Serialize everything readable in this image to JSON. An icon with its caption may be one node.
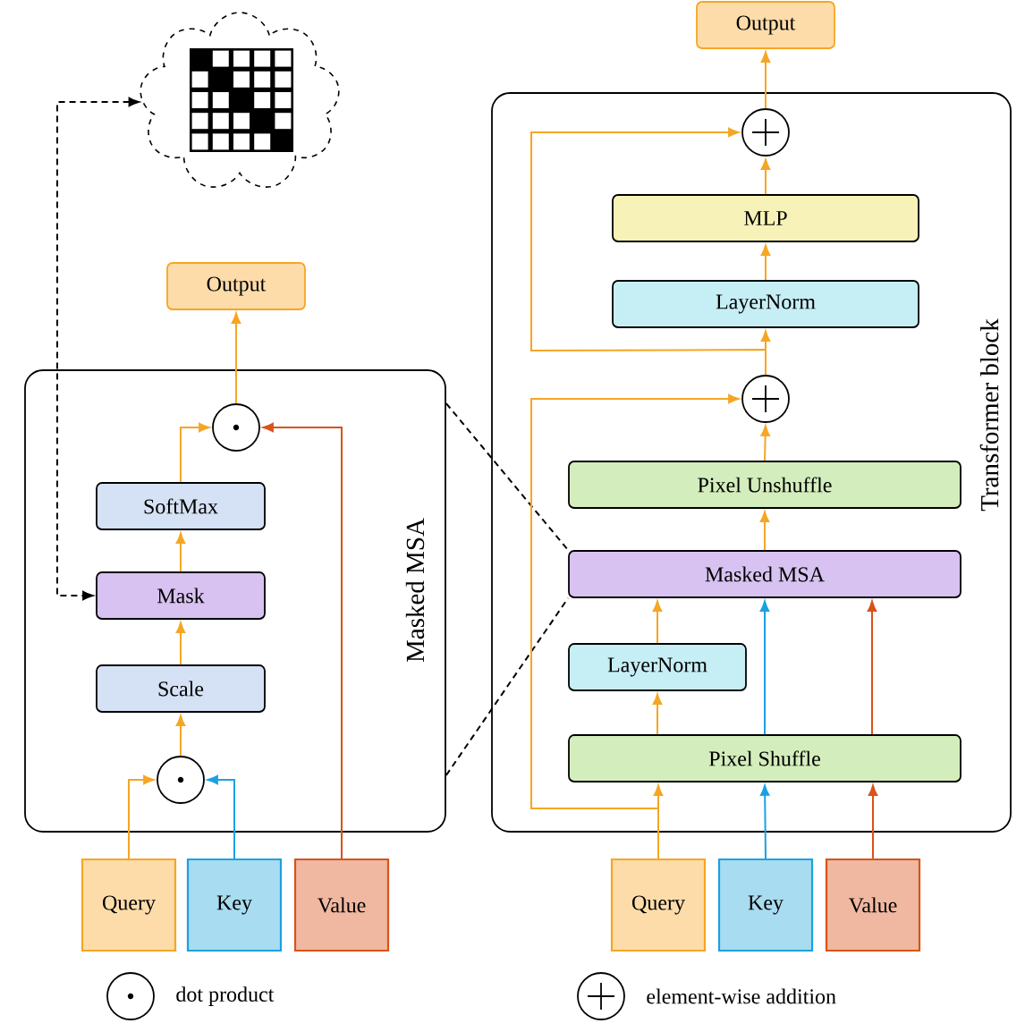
{
  "diagram": {
    "nodes": [
      {
        "text": [],
        "shape": "cloud"
      },
      {
        "text": [
          "Masked MSA"
        ]
      },
      {
        "text": [
          "Output"
        ]
      },
      {
        "text": [],
        "shape": "circle",
        "in": 1
      },
      {
        "text": [
          "SoftMax"
        ],
        "in": 1
      },
      {
        "text": [
          "Mask"
        ],
        "in": 1
      },
      {
        "text": [
          "Scale"
        ],
        "in": 1
      },
      {
        "text": [],
        "shape": "circle",
        "in": 1
      },
      {
        "text": [
          "Query"
        ]
      },
      {
        "text": [
          "Key"
        ]
      },
      {
        "text": [
          "Value"
        ]
      },
      {
        "text": [
          "Transformer block"
        ]
      },
      {
        "text": [
          "Output"
        ]
      },
      {
        "text": [],
        "shape": "circle",
        "in": 11
      },
      {
        "text": [
          "MLP"
        ],
        "in": 11
      },
      {
        "text": [
          "LayerNorm"
        ],
        "in": 11
      },
      {
        "text": [],
        "shape": "circle",
        "in": 11
      },
      {
        "text": [
          "Pixel Unshuffle"
        ],
        "in": 11
      },
      {
        "text": [
          "Masked MSA"
        ],
        "in": 11
      },
      {
        "text": [
          "LayerNorm"
        ],
        "in": 11
      },
      {
        "text": [
          "Pixel Shuffle"
        ],
        "in": 11
      },
      {
        "text": [
          "Query"
        ]
      },
      {
        "text": [
          "Key"
        ]
      },
      {
        "text": [
          "Value"
        ]
      }
    ],
    "edges": [
      {
        "from": 0,
        "to": 5,
        "arrow": "both",
        "style": "dashed",
        "color": "#000000"
      },
      {
        "from": 1,
        "to": 18,
        "arrow": "none",
        "style": "dashed",
        "color": "#000000"
      },
      {
        "from": 1,
        "to": 18,
        "arrow": "none",
        "style": "dashed",
        "color": "#000000"
      },
      {
        "from": 3,
        "to": 2,
        "arrow": "to"
      },
      {
        "from": 4,
        "to": 3,
        "arrow": "to"
      },
      {
        "from": 10,
        "to": 3,
        "arrow": "to",
        "color": "#d95319"
      },
      {
        "from": 5,
        "to": 4,
        "arrow": "to"
      },
      {
        "from": 6,
        "to": 5,
        "arrow": "to"
      },
      {
        "from": 7,
        "to": 6,
        "arrow": "to"
      },
      {
        "from": 8,
        "to": 7,
        "arrow": "to"
      },
      {
        "from": 9,
        "to": 7,
        "arrow": "to",
        "color": "#1ba1e2"
      },
      {
        "from": 13,
        "to": 12,
        "arrow": "to"
      },
      {
        "from": 14,
        "to": 13,
        "arrow": "to"
      },
      {
        "from": 15,
        "to": 14,
        "arrow": "to"
      },
      {
        "from": 16,
        "to": 15,
        "arrow": "to"
      },
      {
        "from": 16,
        "to": 13,
        "arrow": "to"
      },
      {
        "from": 17,
        "to": 16,
        "arrow": "to"
      },
      {
        "from": 18,
        "to": 17,
        "arrow": "to"
      },
      {
        "from": 21,
        "to": 16,
        "arrow": "to"
      },
      {
        "from": 21,
        "to": 20,
        "arrow": "to"
      },
      {
        "from": 22,
        "to": 20,
        "arrow": "to",
        "color": "#1ba1e2"
      },
      {
        "from": 23,
        "to": 20,
        "arrow": "to",
        "color": "#d95319"
      },
      {
        "from": 20,
        "to": 19,
        "arrow": "to"
      },
      {
        "from": 19,
        "to": 18,
        "arrow": "to"
      },
      {
        "from": 20,
        "to": 18,
        "arrow": "to",
        "color": "#1ba1e2"
      },
      {
        "from": 20,
        "to": 18,
        "arrow": "to",
        "color": "#d95319"
      }
    ],
    "legend": [
      {
        "text": "dot product"
      },
      {
        "text": "element-wise addition"
      }
    ]
  }
}
